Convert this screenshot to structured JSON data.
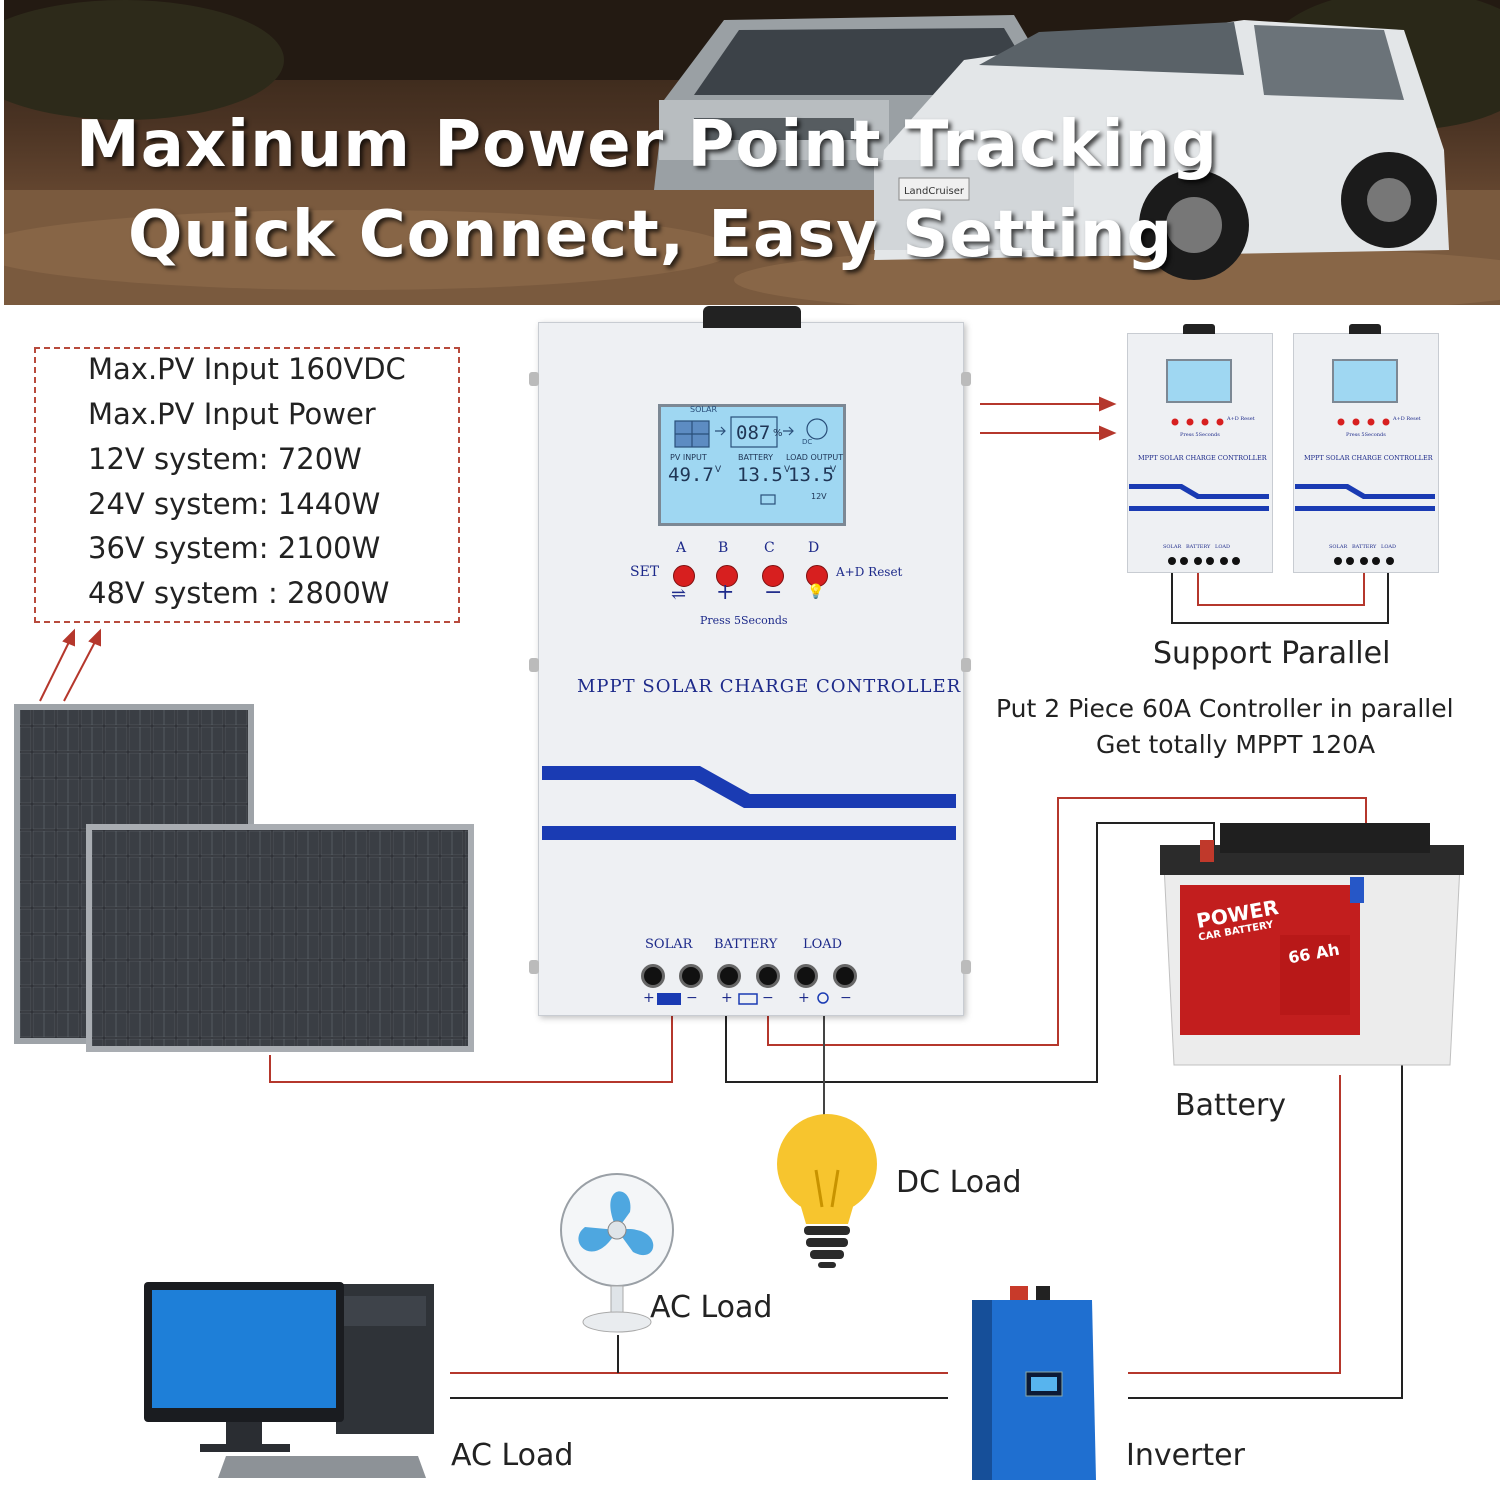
{
  "banner": {
    "line1": "Maxinum Power Point Tracking",
    "line2": "Quick Connect, Easy Setting",
    "car_badge": "LandCruiser"
  },
  "specs": [
    "Max.PV Input 160VDC",
    "Max.PV Input Power",
    "12V system: 720W",
    "24V system: 1440W",
    "36V system: 2100W",
    "48V system : 2800W"
  ],
  "controller": {
    "title": "MPPT SOLAR CHARGE CONTROLLER",
    "lcd": {
      "solar": "SOLAR",
      "battery_percent": "087",
      "percent_sign": "%",
      "dc": "DC",
      "pv_input_label": "PV INPUT",
      "pv_input_value": "49.7",
      "battery_label": "BATTERY",
      "battery_value": "13.5",
      "load_output_label": "LOAD OUTPUT",
      "load_output_value": "13.5",
      "volt_unit": "V",
      "system_voltage": "12V"
    },
    "set_label": "SET",
    "buttons": [
      "A",
      "B",
      "C",
      "D"
    ],
    "button_symbols": [
      "⇌",
      "+",
      "−",
      "💡"
    ],
    "reset_label": "A+D Reset",
    "press_hint": "Press 5Seconds",
    "terminals": [
      "SOLAR",
      "BATTERY",
      "LOAD"
    ],
    "terminal_signs": [
      "+",
      "−",
      "+",
      "−",
      "+",
      "−"
    ]
  },
  "parallel": {
    "mini_title": "MPPT SOLAR CHARGE CONTROLLER",
    "mini_terminals": [
      "SOLAR",
      "BATTERY",
      "LOAD"
    ],
    "mini_reset": "A+D Reset",
    "mini_press": "Press 5Seconds",
    "heading": "Support Parallel",
    "line1": "Put 2 Piece 60A Controller in parallel",
    "line2": "Get totally MPPT 120A"
  },
  "battery": {
    "label": "Battery",
    "brand": "POWER",
    "brand_sub": "CAR BATTERY",
    "capacity": "66 Ah"
  },
  "loads": {
    "dc_load": "DC Load",
    "ac_load_fan": "AC Load",
    "ac_load_pc": "AC Load",
    "inverter": "Inverter"
  },
  "colors": {
    "wire_red": "#b5372c",
    "wire_black": "#222222",
    "controller_blue": "#1a3bb3",
    "button_red": "#d71f1f",
    "lcd_blue": "#9fd7f2",
    "inverter_blue": "#1f6fd0"
  }
}
